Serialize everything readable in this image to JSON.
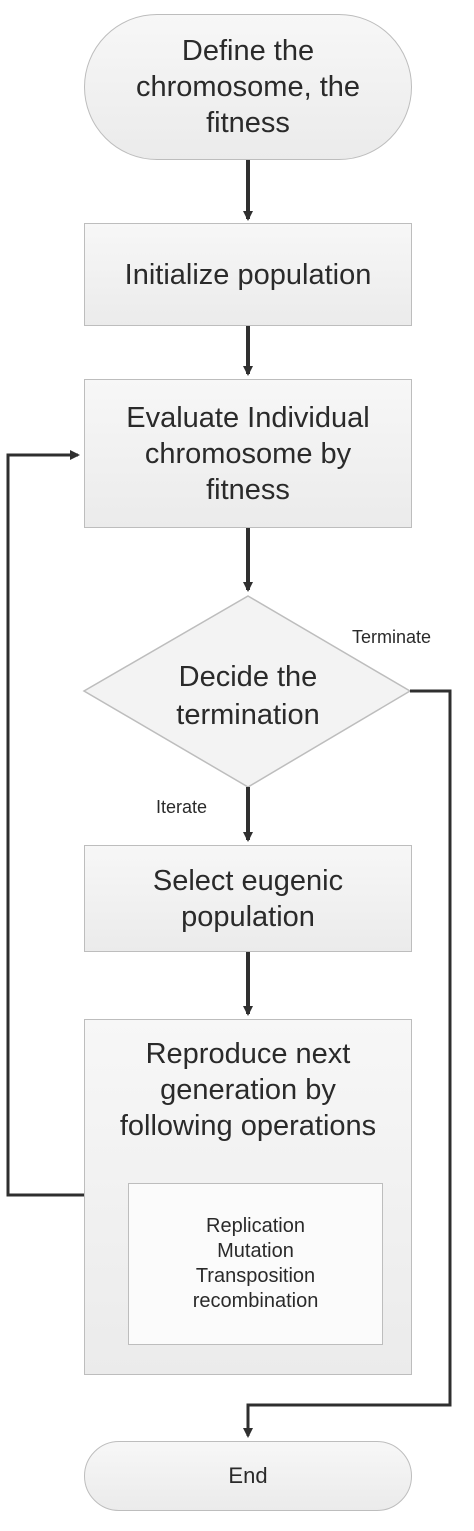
{
  "nodes": {
    "define": [
      "Define the",
      "chromosome, the",
      "fitness"
    ],
    "initialize": "Initialize population",
    "evaluate": [
      "Evaluate Individual",
      "chromosome by",
      "fitness"
    ],
    "decide": [
      "Decide the",
      "termination"
    ],
    "select": [
      "Select eugenic",
      "population"
    ],
    "reproduce": [
      "Reproduce next",
      "generation by",
      "following operations"
    ],
    "operations": [
      "Replication",
      "Mutation",
      "Transposition",
      "recombination"
    ],
    "end": "End"
  },
  "edges": {
    "terminate_label": "Terminate",
    "iterate_label": "Iterate"
  },
  "colors": {
    "fill_top": "#f7f7f7",
    "fill_bottom": "#ebebeb",
    "border": "#bdbdbd",
    "connector": "#2f2f2f",
    "text": "#2a2a2a"
  }
}
